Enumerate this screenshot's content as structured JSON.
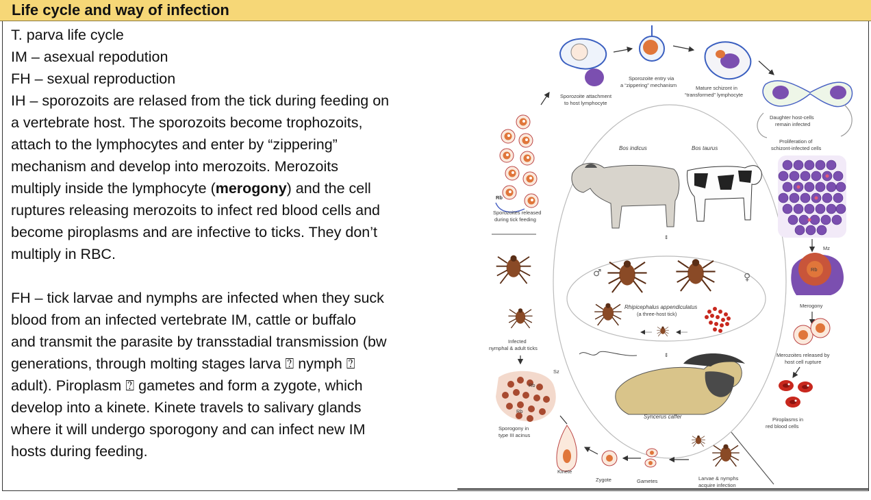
{
  "header": {
    "title": "Life cycle and way of infection"
  },
  "text": {
    "lines": [
      "T. parva life cycle",
      "IM – asexual repodution",
      "FH – sexual reproduction",
      "IH – sporozoits are relased from the tick during feeding on",
      "a vertebrate host. The sporozoits become trophozoits,",
      "attach to the lymphocytes and enter by “zippering”",
      "mechanism and develop into merozoits. Merozoits",
      "ruptures releasing merozoits to infect red blood cells and",
      "become piroplasms and are infective to ticks. They don’t",
      "multiply in RBC."
    ],
    "merogony_line": {
      "before": "multiply inside the lymphocyte (",
      "bold": "merogony",
      "after": ") and the cell"
    },
    "fh_lines": [
      "FH – tick larvae and nymphs are infected when they suck",
      "blood from an infected vertebrate IM, cattle or buffalo",
      "and transmit the parasite by transstadial transmission (bw",
      "generations, through molting stages larva ⍰ nymph ⍰",
      "adult). Piroplasm ⍰ gametes and form a zygote, which",
      "develop into a kinete. Kinete travels to salivary glands",
      "where it will undergo sporogony and can infect new IM",
      "hosts during feeding."
    ]
  },
  "diagram": {
    "labels": {
      "attachment": [
        "Sporozoite attachment",
        "to host lymphocyte"
      ],
      "entry": [
        "Sporozoite entry via",
        "a “zippering” mechanism"
      ],
      "schizont": [
        "Mature schizont in",
        "“transformed” lymphocyte"
      ],
      "daughter": [
        "Daughter host-cells",
        "remain infected"
      ],
      "proliferation": [
        "Proliferation of",
        "schizont-infected cells"
      ],
      "merogony": "Merogony",
      "merozoites": [
        "Merozoites released by",
        "host cell rupture"
      ],
      "piroplasms": [
        "Piroplasms in",
        "red blood cells"
      ],
      "larvae": [
        "Larvae & nymphs",
        "acquire infection"
      ],
      "gametes": "Gametes",
      "zygote": "Zygote",
      "kinete": "Kinete",
      "sporogony": [
        "Sporogony in",
        "type III acinus"
      ],
      "infected_ticks": [
        "Infected",
        "nymphal & adult ticks"
      ],
      "sporozoites_released": [
        "Sporozoites released",
        "during tick feeding"
      ],
      "rb": "Rb",
      "sz": "Sz",
      "mz": "Mz",
      "bos_indicus": "Bos indicus",
      "bos_taurus": "Bos taurus",
      "rhipicephalus": "Rhipicephalus appendiculatus",
      "three_host": "(a three-host tick)",
      "syncerus": "Syncerus caffer",
      "male": "♂",
      "female": "♀"
    },
    "colors": {
      "cell_orange": "#e0763a",
      "purple": "#7b4fb0",
      "blue": "#4a63c4",
      "red": "#c8281e",
      "tick_brown": "#8a4a26"
    }
  }
}
